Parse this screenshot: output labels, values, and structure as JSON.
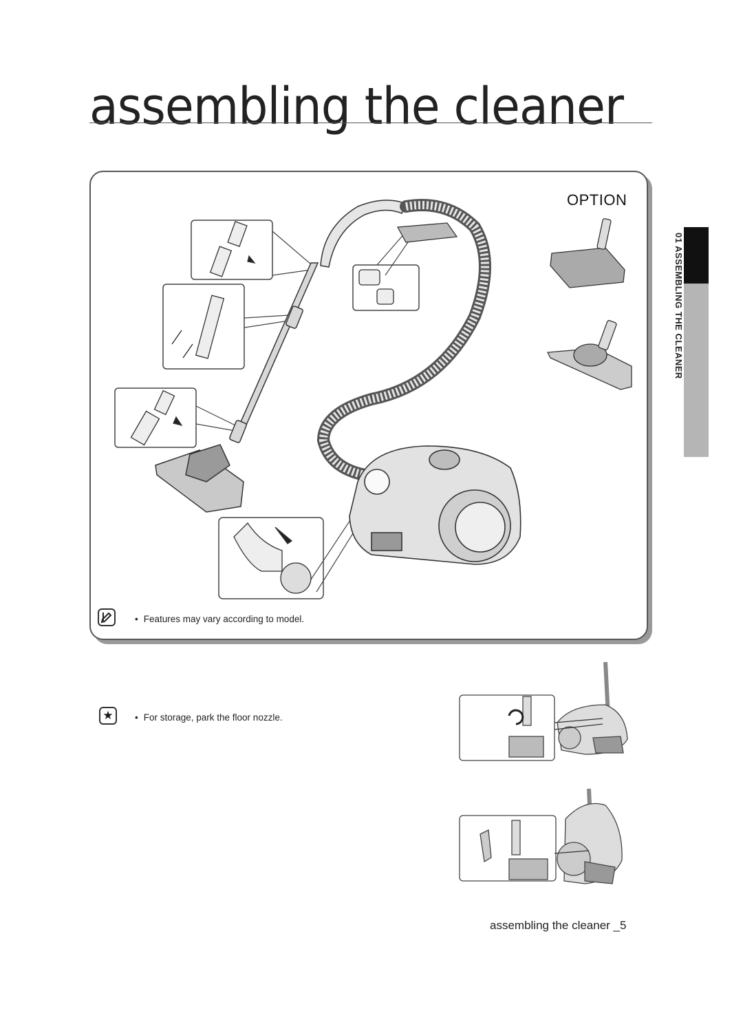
{
  "page": {
    "title": "assembling the cleaner",
    "side_tab": "01  ASSEMBLING THE CLEANER",
    "footer": "assembling the cleaner  _5"
  },
  "illustration": {
    "option_label": "OPTION"
  },
  "notes": [
    {
      "icon": "note-icon",
      "text": "Features may vary according to model."
    },
    {
      "icon": "star-icon",
      "text": "For storage,  park the floor nozzle."
    }
  ],
  "colors": {
    "line": "#444444",
    "shade": "#b5b5b5",
    "tab_dark": "#111111"
  }
}
